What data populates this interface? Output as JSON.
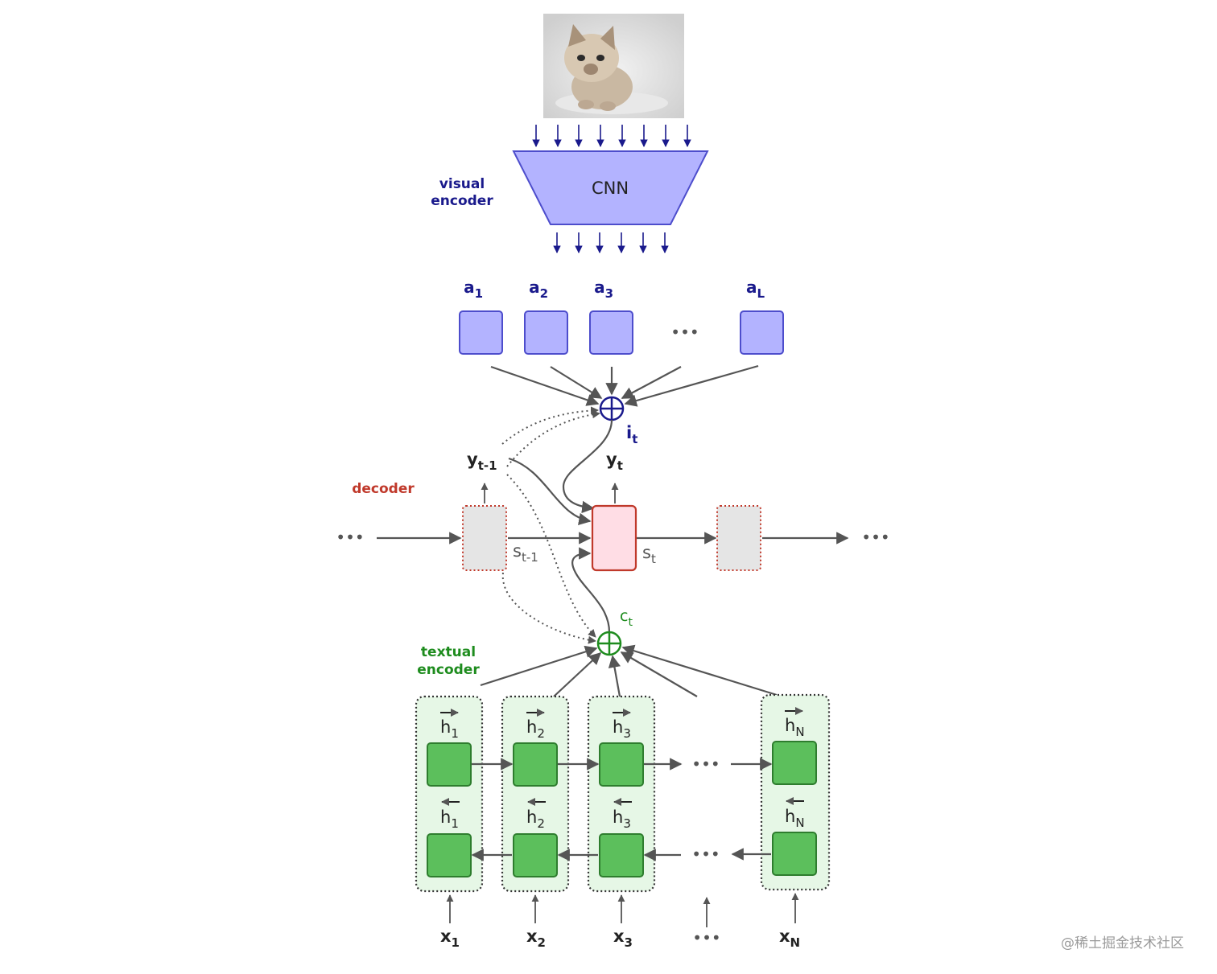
{
  "colors": {
    "visual": "#1a1a8c",
    "visual_fill": "#b3b3ff",
    "visual_stroke": "#4d4dcc",
    "decoder": "#c0392b",
    "decoder_fill": "#ffdde5",
    "textual": "#1e8c1e",
    "textual_fill": "#5cbf5c",
    "column_fill": "#e6f7e6",
    "grey_fill": "#e5e5e5",
    "arrow": "#555555"
  },
  "visual_encoder": {
    "label_line1": "visual",
    "label_line2": "encoder",
    "cnn_label": "CNN",
    "annotations": [
      {
        "base": "a",
        "sub": "1"
      },
      {
        "base": "a",
        "sub": "2"
      },
      {
        "base": "a",
        "sub": "3"
      },
      {
        "base": "a",
        "sub": "L"
      }
    ],
    "ellipsis": "•••",
    "combine_symbol": "⊕",
    "combine_label": {
      "base": "i",
      "sub": "t"
    }
  },
  "decoder": {
    "label": "decoder",
    "prev_output": {
      "base": "y",
      "sub": "t-1"
    },
    "output": {
      "base": "y",
      "sub": "t"
    },
    "prev_state": {
      "base": "s",
      "sub": "t-1"
    },
    "state": {
      "base": "s",
      "sub": "t"
    },
    "ellipsis": "•••"
  },
  "textual_encoder": {
    "label_line1": "textual",
    "label_line2": "encoder",
    "combine_symbol": "⊕",
    "combine_label": {
      "base": "c",
      "sub": "t"
    },
    "forward_states": [
      {
        "base": "h",
        "sub": "1"
      },
      {
        "base": "h",
        "sub": "2"
      },
      {
        "base": "h",
        "sub": "3"
      },
      {
        "base": "h",
        "sub": "N"
      }
    ],
    "backward_states": [
      {
        "base": "h",
        "sub": "1"
      },
      {
        "base": "h",
        "sub": "2"
      },
      {
        "base": "h",
        "sub": "3"
      },
      {
        "base": "h",
        "sub": "N"
      }
    ],
    "inputs": [
      {
        "base": "x",
        "sub": "1"
      },
      {
        "base": "x",
        "sub": "2"
      },
      {
        "base": "x",
        "sub": "3"
      },
      {
        "base": "x",
        "sub": "N"
      }
    ],
    "ellipsis": "•••"
  },
  "watermark": "@稀土掘金技术社区"
}
